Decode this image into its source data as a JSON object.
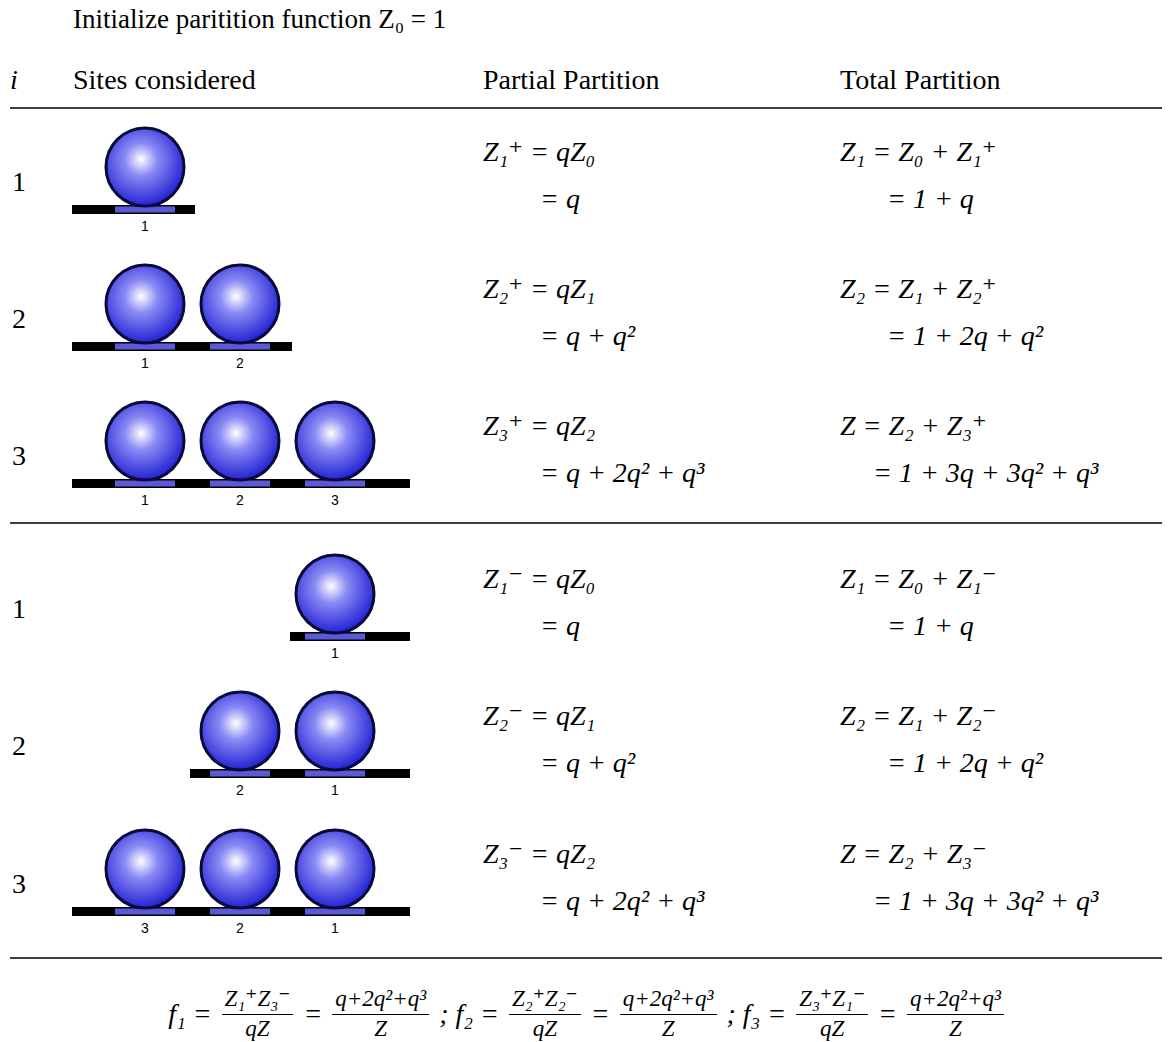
{
  "diagram": {
    "title": "Initialize paritition function Z₀ = 1",
    "labels": [
      "i",
      "Sites considered",
      "Partial Partition",
      "Total Partition",
      "1",
      "Z₁⁺ = qZ₀",
      "= q",
      "Z₁ = Z₀ + Z₁⁺",
      "= 1 + q",
      "1",
      "2",
      "Z₂⁺ = qZ₁",
      "= q + q²",
      "Z₂ = Z₁ + Z₂⁺",
      "= 1 + 2q + q²",
      "1",
      "2",
      "3",
      "Z₃⁺ = qZ₂",
      "= q + 2q² + q³",
      "Z = Z₂ + Z₃⁺",
      "= 1 + 3q + 3q² + q³",
      "1",
      "2",
      "3",
      "1",
      "Z₁⁻ = qZ₀",
      "= q",
      "Z₁ = Z₀ + Z₁⁻",
      "= 1 + q",
      "1",
      "2",
      "Z₂⁻ = qZ₁",
      "= q + q²",
      "Z₂ = Z₁ + Z₂⁻",
      "= 1 + 2q + q²",
      "2",
      "1",
      "3",
      "Z₃⁻ = qZ₂",
      "= q + 2q² + q³",
      "Z = Z₂ + Z₃⁻",
      "= 1 + 3q + 3q² + q³",
      "3",
      "2",
      "1",
      "f₁ =",
      "Z₁⁺Z₃⁻",
      "qZ",
      "=",
      "q+2q²+q³",
      "Z",
      "; f₂ =",
      "Z₂⁺Z₂⁻",
      "qZ",
      "=",
      "q+2q²+q³",
      "Z",
      "; f₃ =",
      "Z₃⁺Z₁⁻",
      "qZ",
      "=",
      "q+2q²+q³",
      "Z"
    ]
  }
}
